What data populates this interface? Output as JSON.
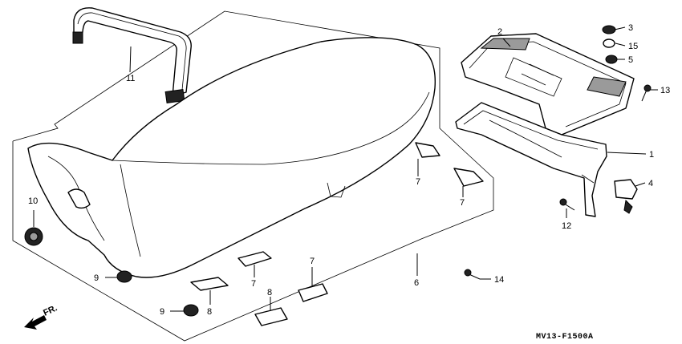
{
  "diagram": {
    "code": "MV13-F1500A",
    "direction_label": "FR.",
    "callouts": {
      "c1": "1",
      "c2": "2",
      "c3": "3",
      "c4": "4",
      "c5": "5",
      "c6": "6",
      "c7a": "7",
      "c7b": "7",
      "c7c": "7",
      "c7d": "7",
      "c8a": "8",
      "c8b": "8",
      "c9a": "9",
      "c9b": "9",
      "c10": "10",
      "c11": "11",
      "c12": "12",
      "c13": "13",
      "c14": "14",
      "c15": "15"
    }
  }
}
